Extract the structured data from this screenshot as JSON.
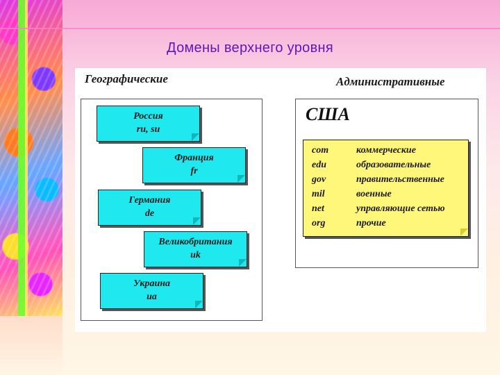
{
  "title": "Домены верхнего уровня",
  "geographic": {
    "heading": "Географические",
    "items": [
      {
        "country": "Россия",
        "code": "ru, su"
      },
      {
        "country": "Франция",
        "code": "fr"
      },
      {
        "country": "Германия",
        "code": "de"
      },
      {
        "country": "Великобритания",
        "code": "uk"
      },
      {
        "country": "Украина",
        "code": "ua"
      }
    ]
  },
  "administrative": {
    "heading": "Административные",
    "usa_label": "США",
    "rows": [
      {
        "code": "com",
        "desc": "коммерческие"
      },
      {
        "code": "edu",
        "desc": "образовательные"
      },
      {
        "code": "gov",
        "desc": "правительственные"
      },
      {
        "code": "mil",
        "desc": "военные"
      },
      {
        "code": "net",
        "desc": "управляющие сетью"
      },
      {
        "code": "org",
        "desc": "прочие"
      }
    ]
  },
  "colors": {
    "note_cyan": "#1fe9ee",
    "note_yellow": "#fff77a",
    "title": "#5b19b8"
  }
}
